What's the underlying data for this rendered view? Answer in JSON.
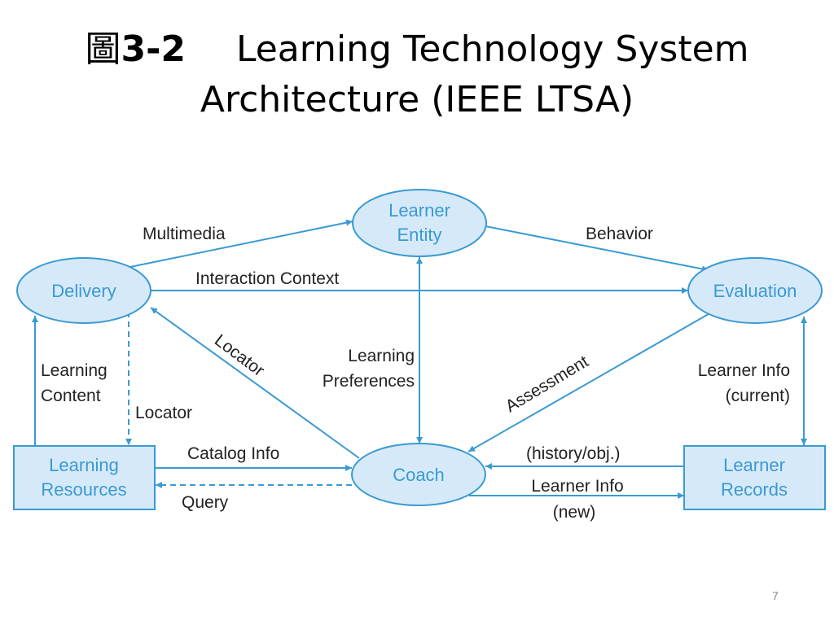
{
  "title": {
    "prefix": "圖",
    "number": "3-2",
    "line1": "Learning Technology System",
    "line2": "Architecture (IEEE LTSA)"
  },
  "diagram": {
    "colors": {
      "line": "#3a9ad2",
      "node_fill": "#d6e9f8",
      "node_text": "#3a9ad2",
      "label_text": "#222222"
    },
    "nodes": {
      "learner_entity": [
        "Learner",
        "Entity"
      ],
      "delivery": [
        "Delivery"
      ],
      "evaluation": [
        "Evaluation"
      ],
      "coach": [
        "Coach"
      ],
      "learning_resources": [
        "Learning",
        "Resources"
      ],
      "learner_records": [
        "Learner",
        "Records"
      ]
    },
    "labels": {
      "multimedia": "Multimedia",
      "behavior": "Behavior",
      "interaction_context": "Interaction Context",
      "learning_content": [
        "Learning",
        "Content"
      ],
      "locator_vertical": "Locator",
      "locator_diagonal": "Locator",
      "learning_preferences": [
        "Learning",
        "Preferences"
      ],
      "assessment": "Assessment",
      "learner_info_current": [
        "Learner Info",
        "(current)"
      ],
      "catalog_info": "Catalog Info",
      "query": "Query",
      "history_obj": "(history/obj.)",
      "learner_info_new": [
        "Learner Info",
        "(new)"
      ]
    }
  },
  "page_number": "7"
}
